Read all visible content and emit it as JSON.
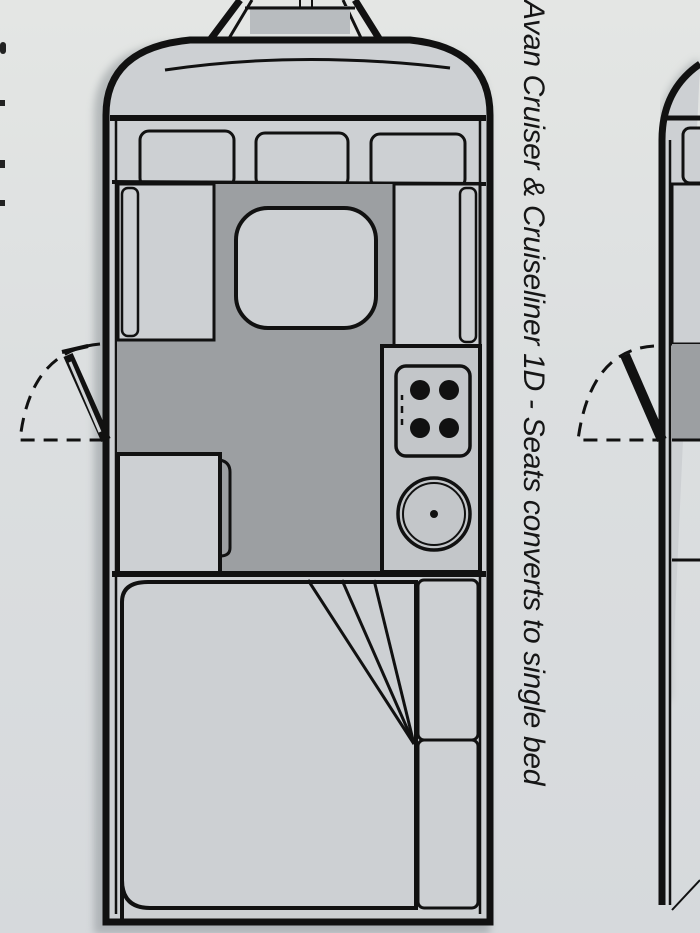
{
  "caption": {
    "text": "Avan Cruiser & Cruiseliner 1D - Seats converts to single bed"
  },
  "floorplan": {
    "model": "Avan Cruiser & Cruiseliner 1D",
    "note": "Seats converts to single bed",
    "zones": [
      {
        "name": "front-windows",
        "count": 3
      },
      {
        "name": "dinette-left-seat"
      },
      {
        "name": "dinette-right-seat"
      },
      {
        "name": "table"
      },
      {
        "name": "cooktop",
        "burners": 4
      },
      {
        "name": "sink"
      },
      {
        "name": "cabinet"
      },
      {
        "name": "entry-door"
      },
      {
        "name": "bed"
      },
      {
        "name": "rear-side-seat"
      }
    ]
  },
  "colors": {
    "line": "#111111",
    "floor": "#9c9fa2",
    "furniture": "#c9cccf",
    "background": "#dfe1e2"
  }
}
